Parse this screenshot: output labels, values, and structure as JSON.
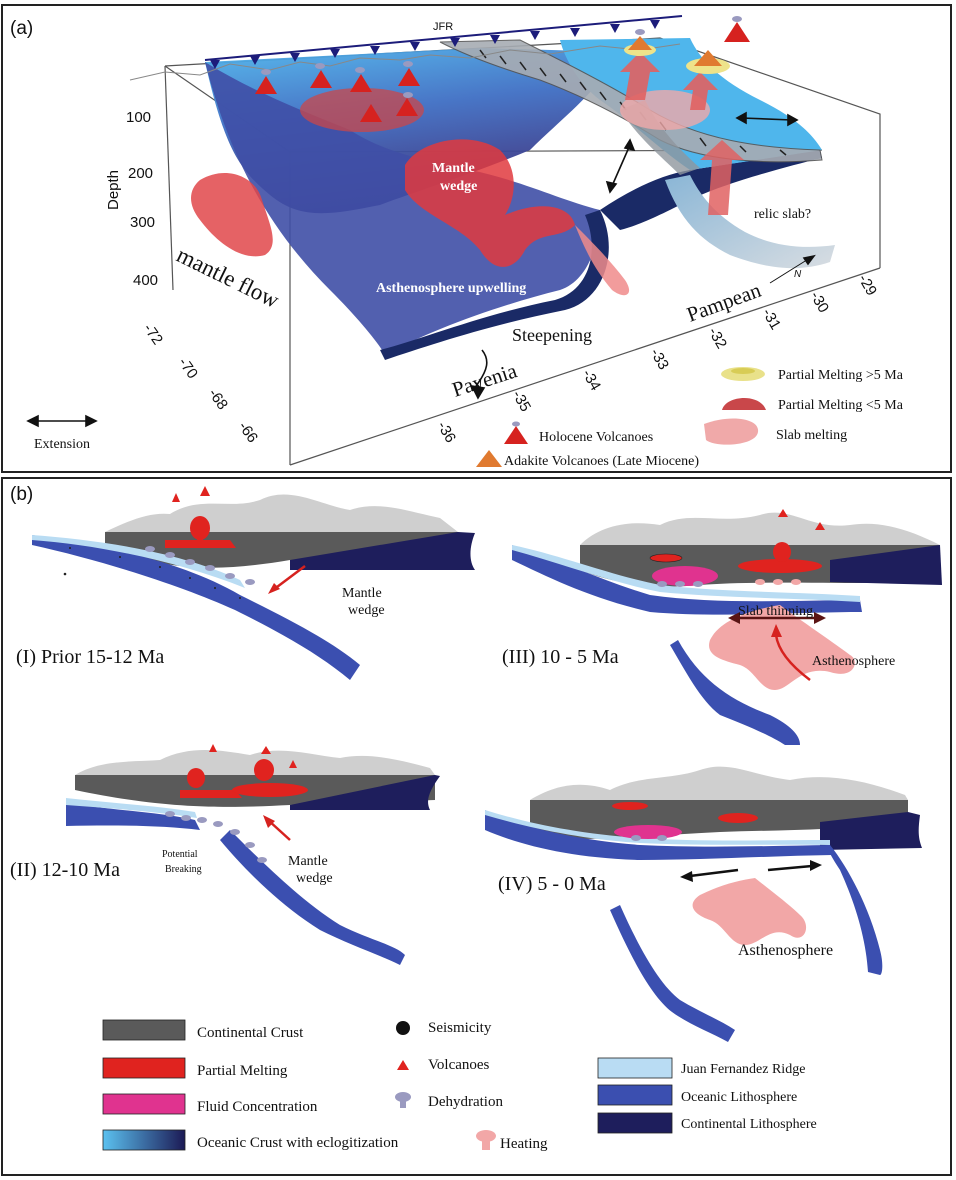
{
  "panel_a": {
    "label": "(a)",
    "jfr": "JFR",
    "depth_label": "Depth",
    "depth_ticks": [
      "100",
      "200",
      "300",
      "400"
    ],
    "lon_ticks": [
      "-72",
      "-70",
      "-68",
      "-66"
    ],
    "lat_ticks": [
      "-36",
      "-35",
      "-34",
      "-33",
      "-32",
      "-31",
      "-30",
      "-29"
    ],
    "north": "N",
    "mantle_wedge": "Mantle wedge",
    "mantle_flow": "mantle flow",
    "asthenosphere_upwelling": "Asthenosphere upwelling",
    "steepening": "Steepening",
    "payenia": "Payenia",
    "pampean": "Pampean",
    "relic_slab": "relic slab?",
    "extension": "Extension",
    "legend": {
      "partial_melting_old": "Partial Melting >5 Ma",
      "partial_melting_young": "Partial Melting <5 Ma",
      "slab_melting": "Slab melting",
      "holocene": "Holocene Volcanoes",
      "adakite": "Adakite Volcanoes (Late Miocene)"
    }
  },
  "panel_b": {
    "label": "(b)",
    "stage1": "(I) Prior 15-12 Ma",
    "stage2": "(II) 12-10 Ma",
    "stage3": "(III) 10 - 5 Ma",
    "stage4": "(IV) 5 - 0 Ma",
    "mantle_wedge_1": "Mantle",
    "mantle_wedge_2": "wedge",
    "potential_1": "Potential",
    "potential_2": "Breaking",
    "slab_thinning": "Slab thinning",
    "asthenosphere": "Asthenosphere",
    "legend": {
      "continental_crust": "Continental Crust",
      "partial_melting": "Partial Melting",
      "fluid_concentration": "Fluid Concentration",
      "oceanic_crust": "Oceanic Crust with eclogitization",
      "seismicity": "Seismicity",
      "volcanoes": "Volcanoes",
      "dehydration": "Dehydration",
      "heating": "Heating",
      "jfr": "Juan Fernandez Ridge",
      "oceanic_lith": "Oceanic Lithosphere",
      "continental_lith": "Continental Lithosphere"
    }
  },
  "colors": {
    "crust_gray": "#5a5a5a",
    "topo_gray": "#cfcfcf",
    "melt_red": "#e0231f",
    "fluid_pink": "#e0338f",
    "jfr_blue": "#b9dcf3",
    "oceanic_blue": "#3b4fb0",
    "continental_lith": "#1e1e5c",
    "heating_pink": "#f2a7a7",
    "slab_gray": "#9aa3ad"
  }
}
